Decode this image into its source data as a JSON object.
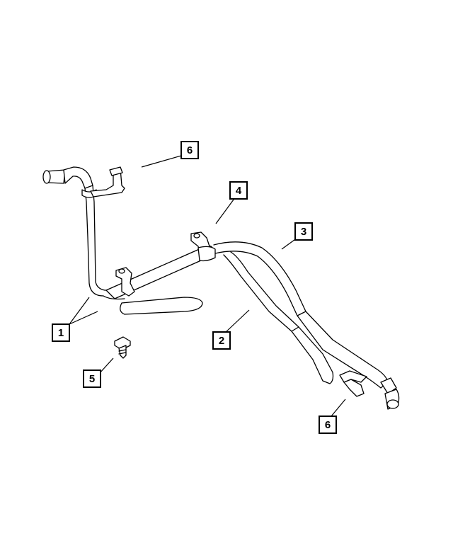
{
  "diagram": {
    "callouts": [
      {
        "id": "c1",
        "label": "1"
      },
      {
        "id": "c2",
        "label": "2"
      },
      {
        "id": "c3",
        "label": "3"
      },
      {
        "id": "c4",
        "label": "4"
      },
      {
        "id": "c5",
        "label": "5"
      },
      {
        "id": "c6a",
        "label": "6"
      },
      {
        "id": "c6b",
        "label": "6"
      }
    ]
  }
}
